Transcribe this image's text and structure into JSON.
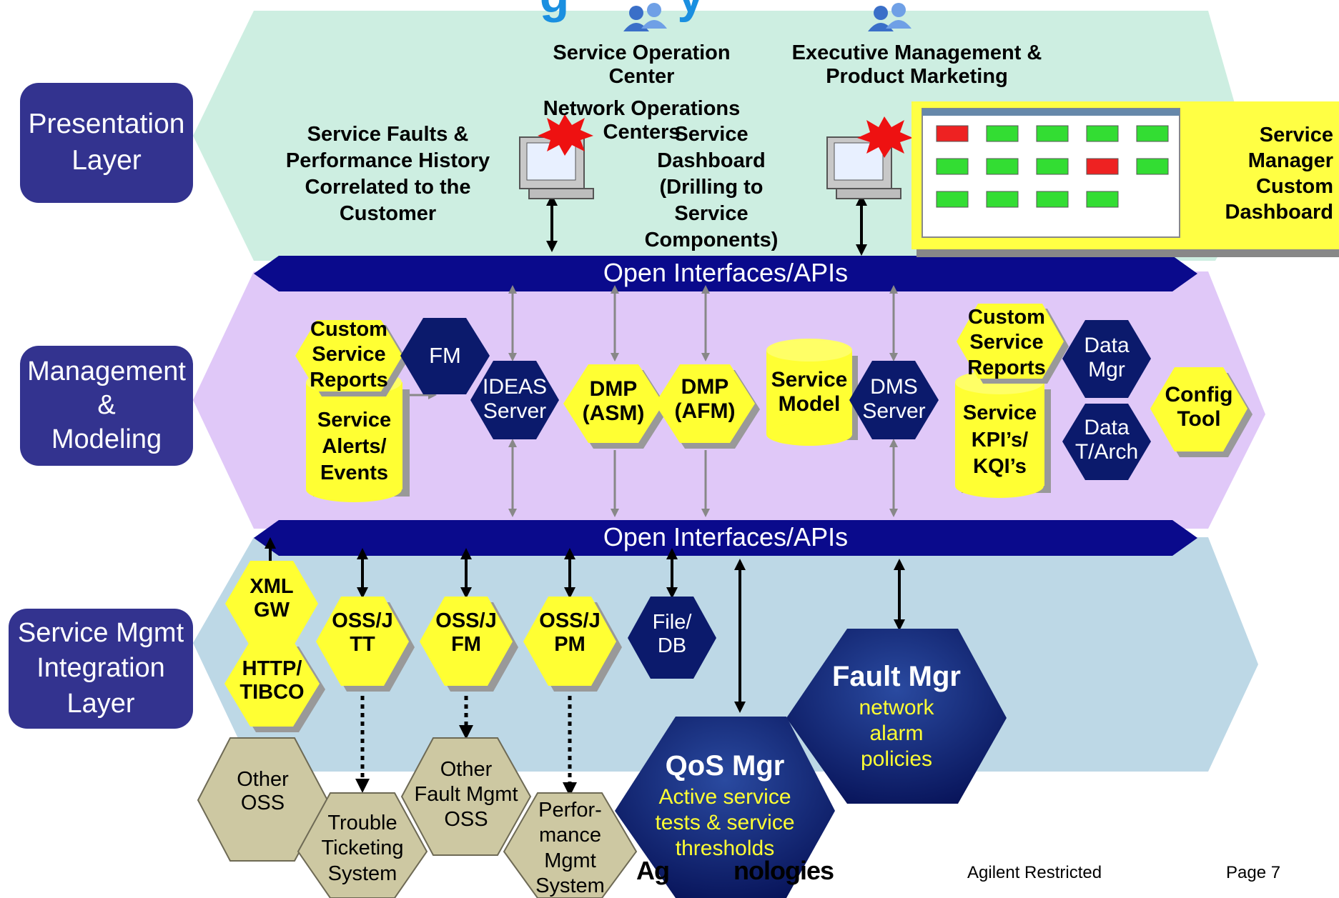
{
  "slide": {
    "title_fragment": "g        y"
  },
  "layers": {
    "presentation": "Presentation\nLayer",
    "management": "Management\n&\nModeling",
    "integration": "Service Mgmt\nIntegration\nLayer"
  },
  "apis": {
    "top": "Open Interfaces/APIs",
    "bottom": "Open Interfaces/APIs"
  },
  "presentation": {
    "soc": "Service Operation\nCenter",
    "noc": "Network Operations\nCenters",
    "exec": "Executive Management &\nProduct Marketing",
    "faults": "Service Faults &\nPerformance History\nCorrelated to the\nCustomer",
    "dashboard": "Service\nDashboard\n(Drilling to\nService\nComponents)",
    "custom_dashboard": "Service\nManager\nCustom\nDashboard"
  },
  "management": {
    "custom_reports_left": "Custom\nService\nReports",
    "fm": "FM",
    "alerts": "Service\nAlerts/\nEvents",
    "ideas": "IDEAS\nServer",
    "dmp_asm": "DMP\n(ASM)",
    "dmp_afm": "DMP\n(AFM)",
    "service_model": "Service\nModel",
    "dms": "DMS\nServer",
    "custom_reports_right": "Custom\nService\nReports",
    "kpi": "Service\nKPI’s/\nKQI’s",
    "data_mgr": "Data\nMgr",
    "data_arch": "Data\nT/Arch",
    "config": "Config\nTool"
  },
  "integration": {
    "xml": "XML\nGW",
    "http": "HTTP/\nTIBCO",
    "oss_tt": "OSS/J\nTT",
    "oss_fm": "OSS/J\nFM",
    "oss_pm": "OSS/J\nPM",
    "file_db": "File/\nDB",
    "fault_mgr_title": "Fault Mgr",
    "fault_mgr_sub": "network\nalarm\npolicies",
    "qos_title": "QoS Mgr",
    "qos_sub": "Active service\ntests & service\nthresholds"
  },
  "external": {
    "other_oss": "Other\nOSS",
    "trouble": "Trouble\nTicketing\nSystem",
    "other_fault": "Other\nFault Mgmt\nOSS",
    "perf": "Perfor-\nmance\nMgmt\nSystem"
  },
  "footer": {
    "logo": "Ag          nologies",
    "restricted": "Agilent Restricted",
    "page": "Page 7"
  },
  "colors": {
    "presentation_band": "#cdeee1",
    "management_band": "#e0c8f8",
    "integration_band": "#bdd8e6",
    "label_box": "#33338f",
    "api_bar": "#0a0a8c",
    "yellow_shape": "#ffff33",
    "navy_shape": "#0b1a6c",
    "khaki_shape": "#cdc8a2"
  }
}
